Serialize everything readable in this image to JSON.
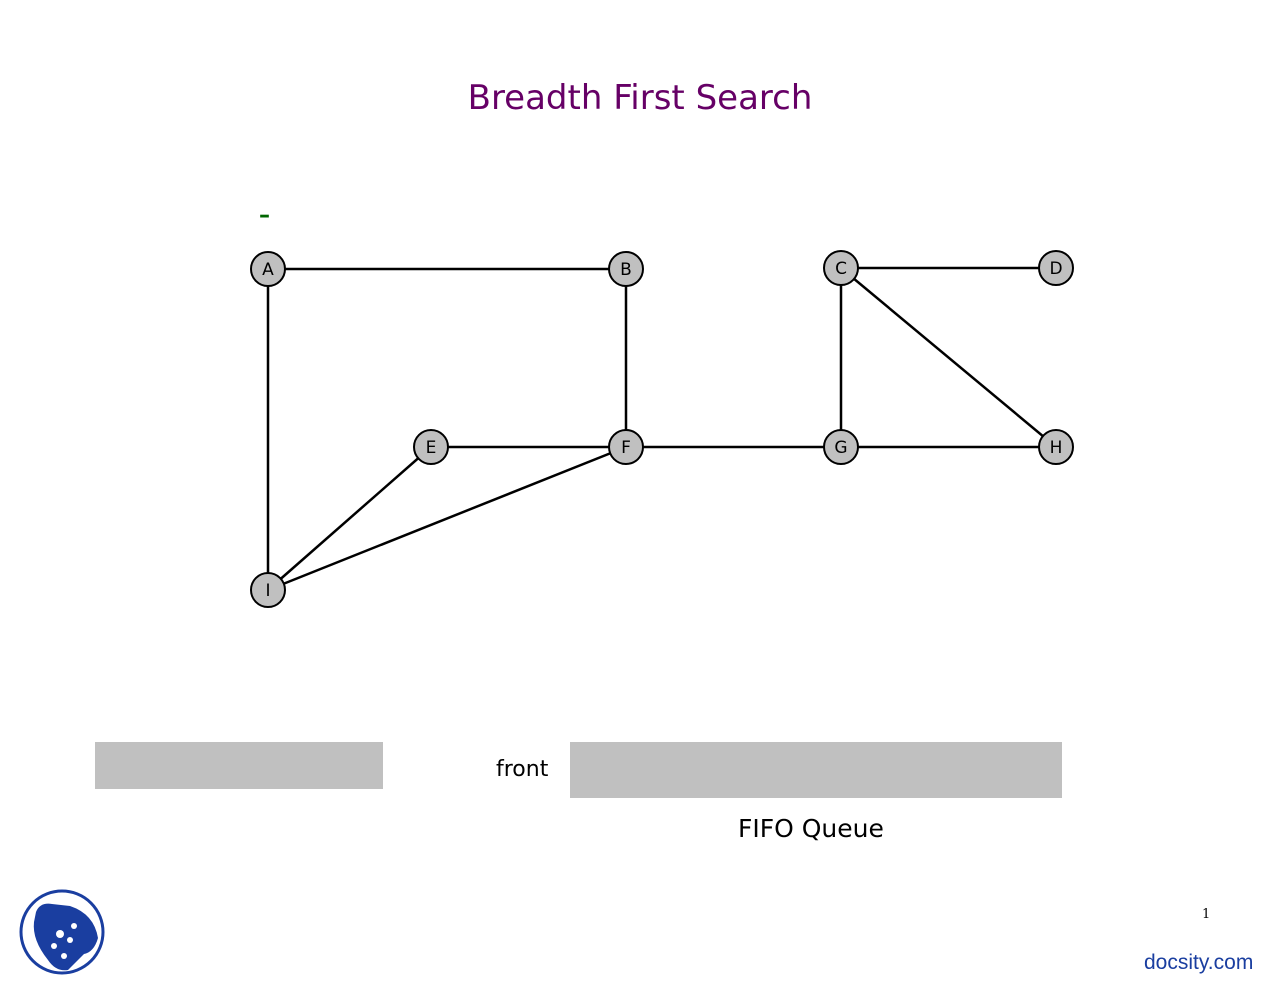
{
  "title": "Breadth First Search",
  "cursor_mark": "–",
  "graph": {
    "nodes": [
      {
        "id": "A",
        "label": "A"
      },
      {
        "id": "B",
        "label": "B"
      },
      {
        "id": "C",
        "label": "C"
      },
      {
        "id": "D",
        "label": "D"
      },
      {
        "id": "E",
        "label": "E"
      },
      {
        "id": "F",
        "label": "F"
      },
      {
        "id": "G",
        "label": "G"
      },
      {
        "id": "H",
        "label": "H"
      },
      {
        "id": "I",
        "label": "I"
      }
    ],
    "edges": [
      [
        "A",
        "B"
      ],
      [
        "A",
        "I"
      ],
      [
        "B",
        "F"
      ],
      [
        "C",
        "D"
      ],
      [
        "C",
        "G"
      ],
      [
        "C",
        "H"
      ],
      [
        "E",
        "F"
      ],
      [
        "E",
        "I"
      ],
      [
        "F",
        "G"
      ],
      [
        "F",
        "I"
      ],
      [
        "G",
        "H"
      ]
    ]
  },
  "queue": {
    "front_label": "front",
    "caption": "FIFO Queue"
  },
  "footer": {
    "page_number": "1",
    "brand": "docsity.com"
  },
  "colors": {
    "title": "#660066",
    "node_fill": "#c0c0c0",
    "box_fill": "#c0c0c0",
    "cursor": "#006600",
    "brand": "#1a3ea0"
  }
}
